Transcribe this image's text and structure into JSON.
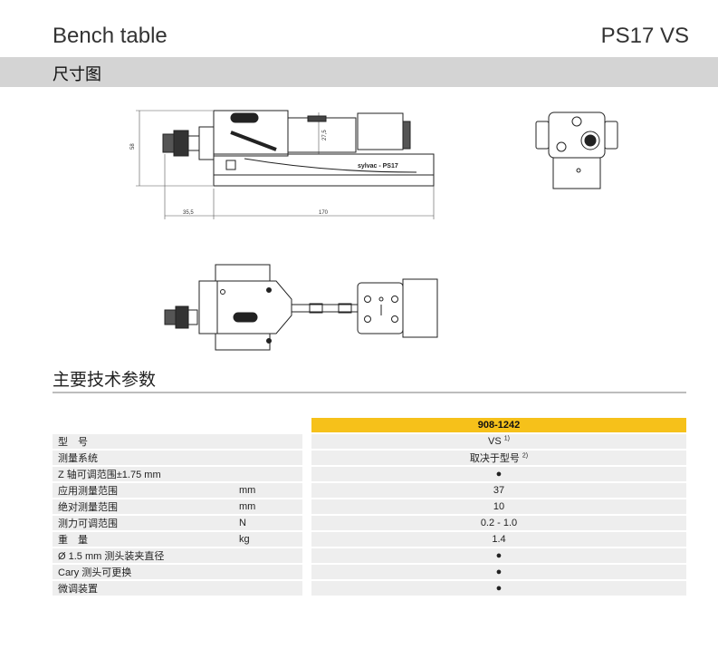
{
  "header": {
    "title": "Bench table",
    "model": "PS17 VS"
  },
  "dimension_section": {
    "title": "尺寸图",
    "dim_height": "58",
    "dim_inner": "27,5",
    "dim_offset": "35,5",
    "dim_length": "170",
    "brand_label": "sylvac - PS17"
  },
  "specs": {
    "title": "主要技术参数",
    "column_header": "908-1242",
    "rows": [
      {
        "label": "型　号",
        "unit": "",
        "value": "VS",
        "note": "1)"
      },
      {
        "label": "测量系统",
        "unit": "",
        "value": "取决于型号",
        "note": "2)"
      },
      {
        "label": "Z 轴可调范围±1.75 mm",
        "unit": "",
        "value": "●",
        "note": ""
      },
      {
        "label": "应用测量范围",
        "unit": "mm",
        "value": "37",
        "note": ""
      },
      {
        "label": "绝对测量范围",
        "unit": "mm",
        "value": "10",
        "note": ""
      },
      {
        "label": "测力可调范围",
        "unit": "N",
        "value": "0.2 - 1.0",
        "note": ""
      },
      {
        "label": "重　量",
        "unit": "kg",
        "value": "1.4",
        "note": ""
      },
      {
        "label": "Ø 1.5 mm 测头装夹直径",
        "unit": "",
        "value": "●",
        "note": ""
      },
      {
        "label": "Cary 测头可更换",
        "unit": "",
        "value": "●",
        "note": ""
      },
      {
        "label": "微调装置",
        "unit": "",
        "value": "●",
        "note": ""
      }
    ]
  }
}
